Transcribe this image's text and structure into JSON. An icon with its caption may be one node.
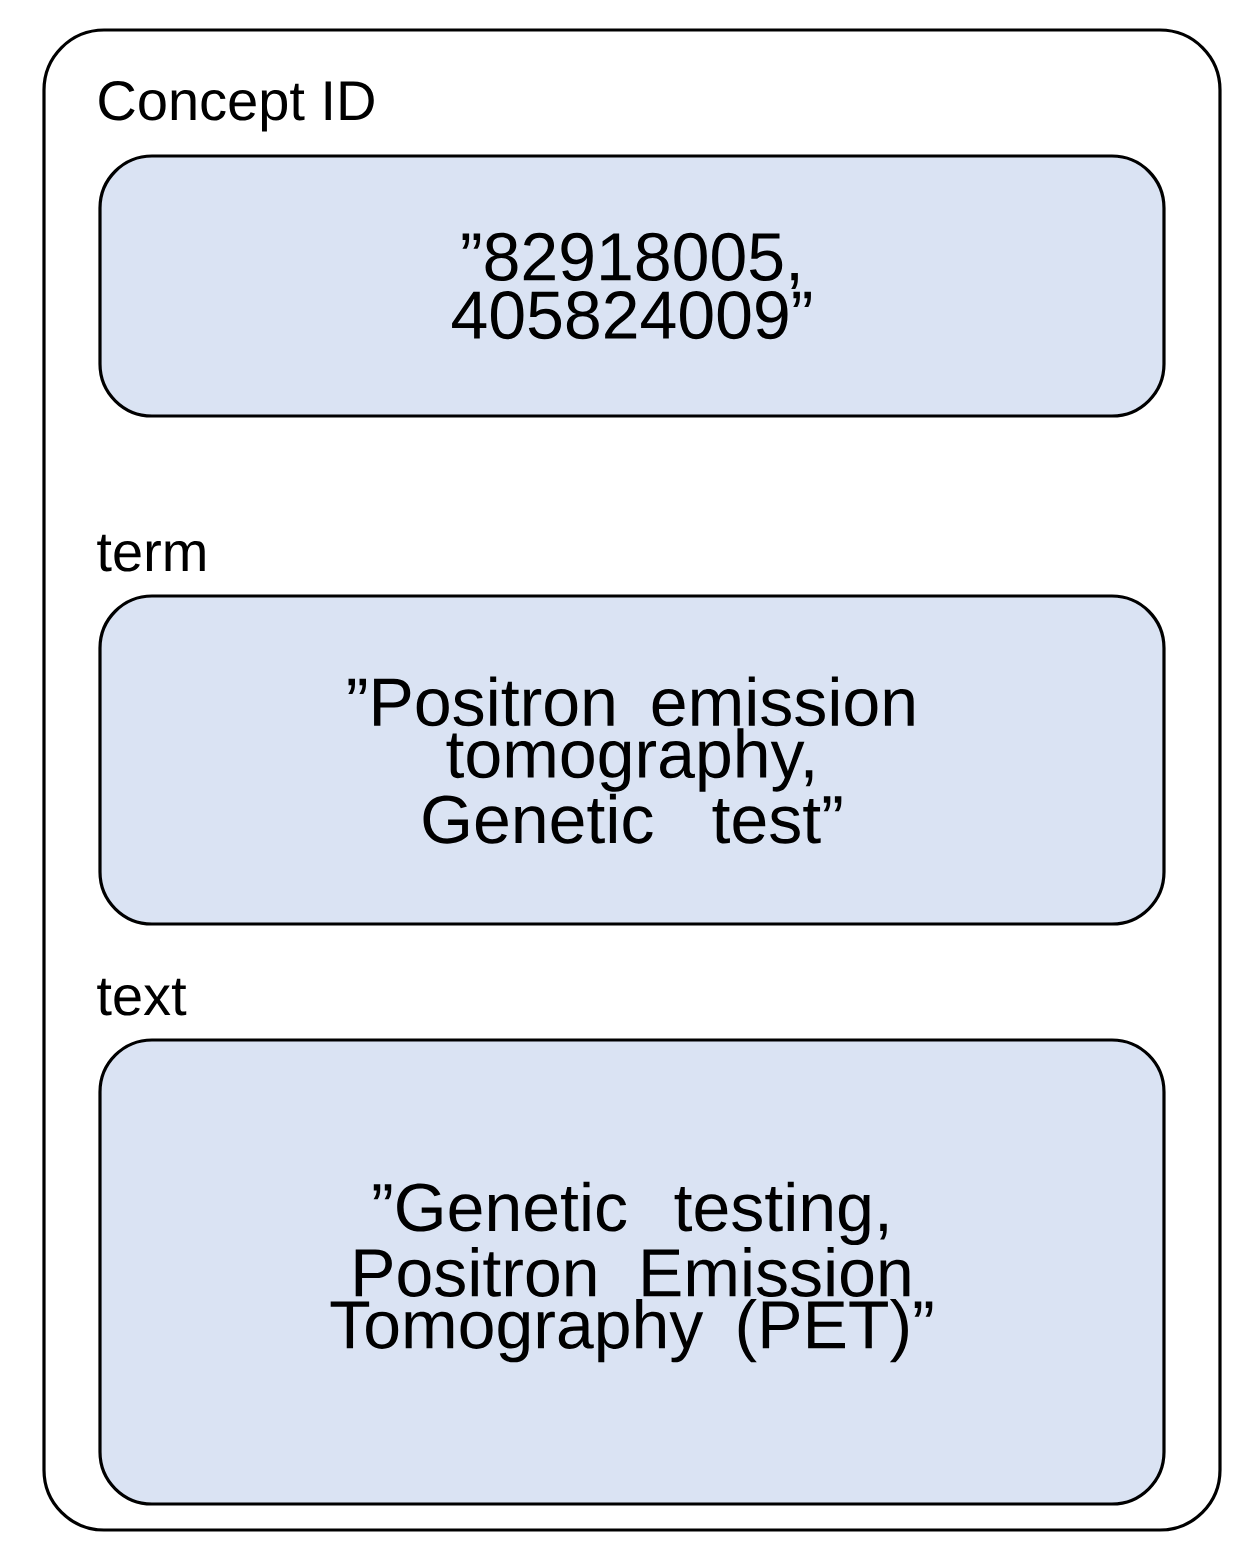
{
  "diagram": {
    "nodes": [
      {
        "text": [],
        "shape": "box"
      },
      {
        "text": [
          "Concept ID",
          "”82918005, 405824009”"
        ],
        "in": 0
      },
      {
        "text": [
          "term",
          "”Positron emission tomography, Genetic test”"
        ],
        "in": 0
      },
      {
        "text": [
          "text",
          "”Genetic testing, Positron Emission Tomography (PET)”"
        ],
        "in": 0
      }
    ]
  }
}
